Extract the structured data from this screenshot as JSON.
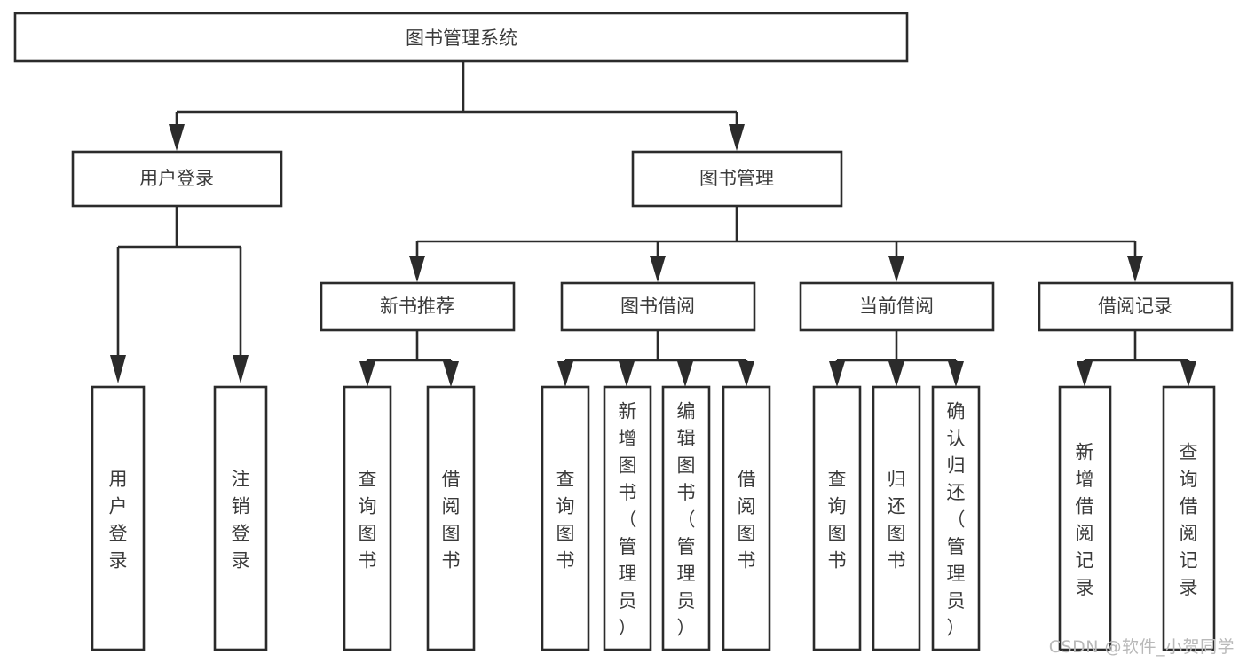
{
  "diagram": {
    "type": "tree-hierarchy",
    "title": "图书管理系统",
    "root": {
      "id": "root",
      "label": "图书管理系统"
    },
    "level2": [
      {
        "id": "user-login",
        "label": "用户登录"
      },
      {
        "id": "book-management",
        "label": "图书管理"
      }
    ],
    "level3": [
      {
        "id": "new-book-recommend",
        "label": "新书推荐",
        "parent": "book-management"
      },
      {
        "id": "book-borrow",
        "label": "图书借阅",
        "parent": "book-management"
      },
      {
        "id": "current-borrow",
        "label": "当前借阅",
        "parent": "book-management"
      },
      {
        "id": "borrow-record",
        "label": "借阅记录",
        "parent": "book-management"
      }
    ],
    "leaves": [
      {
        "id": "leaf-user-login",
        "label": "用户登录",
        "parent": "user-login"
      },
      {
        "id": "leaf-logout-login",
        "label": "注销登录",
        "parent": "user-login"
      },
      {
        "id": "leaf-query-book-1",
        "label": "查询图书",
        "parent": "new-book-recommend"
      },
      {
        "id": "leaf-borrow-book-1",
        "label": "借阅图书",
        "parent": "new-book-recommend"
      },
      {
        "id": "leaf-query-book-2",
        "label": "查询图书",
        "parent": "book-borrow"
      },
      {
        "id": "leaf-add-book",
        "label": "新增图书（管理员）",
        "parent": "book-borrow"
      },
      {
        "id": "leaf-edit-book",
        "label": "编辑图书（管理员）",
        "parent": "book-borrow"
      },
      {
        "id": "leaf-borrow-book-2",
        "label": "借阅图书",
        "parent": "book-borrow"
      },
      {
        "id": "leaf-query-book-3",
        "label": "查询图书",
        "parent": "current-borrow"
      },
      {
        "id": "leaf-return-book",
        "label": "归还图书",
        "parent": "current-borrow"
      },
      {
        "id": "leaf-confirm-return",
        "label": "确认归还（管理员）",
        "parent": "current-borrow"
      },
      {
        "id": "leaf-add-record",
        "label": "新增借阅记录",
        "parent": "borrow-record"
      },
      {
        "id": "leaf-query-record",
        "label": "查询借阅记录",
        "parent": "borrow-record"
      }
    ],
    "colors": {
      "stroke": "#2b2b2b",
      "fill": "#ffffff",
      "text": "#3a3a3a",
      "watermark": "#b9b9b9"
    }
  },
  "watermark": {
    "label": "CSDN @软件_小贺同学"
  }
}
